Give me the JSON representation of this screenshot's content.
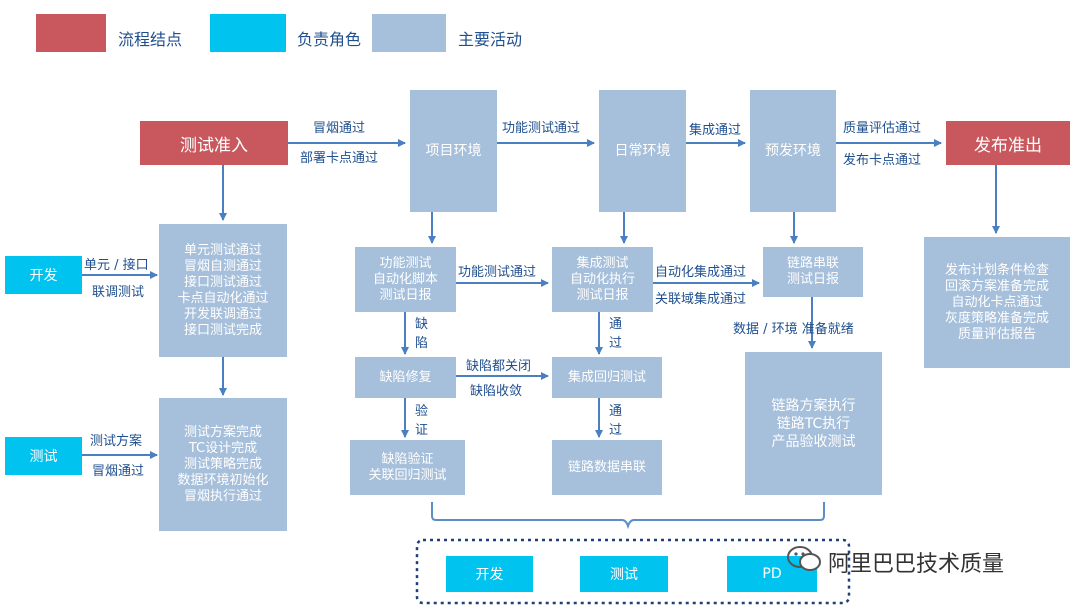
{
  "legend": [
    {
      "label": "流程结点",
      "color": "#c8585d"
    },
    {
      "label": "负责角色",
      "color": "#00c3f0"
    },
    {
      "label": "主要活动",
      "color": "#a6bfdb"
    }
  ],
  "nodes": {
    "entry": "测试准入",
    "release": "发布准出"
  },
  "environments": {
    "project": "项目环境",
    "daily": "日常环境",
    "staging": "预发环境"
  },
  "roles": {
    "dev": "开发",
    "test": "测试"
  },
  "activities": {
    "dev_checks": "单元测试通过\n冒烟自测通过\n接口测试通过\n卡点自动化通过\n开发联调通过\n接口测试完成",
    "test_checks": "测试方案完成\nTC设计完成\n测试策略完成\n数据环境初始化\n冒烟执行通过",
    "func_report": "功能测试\n自动化脚本\n测试日报",
    "integ_report": "集成测试\n自动化执行\n测试日报",
    "chain_report": "链路串联\n测试日报",
    "defect_fix": "缺陷修复",
    "integ_regress": "集成回归测试",
    "defect_verify": "缺陷验证\n关联回归测试",
    "chain_data": "链路数据串联",
    "chain_exec": "链路方案执行\n链路TC执行\n产品验收测试",
    "release_checks": "发布计划条件检查\n回滚方案准备完成\n自动化卡点通过\n灰度策略准备完成\n质量评估报告"
  },
  "edge_labels": {
    "smoke_pass": "冒烟通过",
    "deploy_pass": "部署卡点通过",
    "func_test_pass": "功能测试通过",
    "integ_pass": "集成通过",
    "quality_pass": "质量评估通过",
    "release_gate_pass": "发布卡点通过",
    "dev_unit_api": "单元 / 接口",
    "dev_joint": "联调测试",
    "test_plan": "测试方案",
    "test_smoke": "冒烟通过",
    "func_test_pass2": "功能测试通过",
    "auto_integ_pass": "自动化集成通过",
    "domain_integ_pass": "关联域集成通过",
    "data_env_ready": "数据 / 环境  准备就绪",
    "defects_closed": "缺陷都关闭",
    "defects_converge": "缺陷收敛",
    "v_defect": "缺\n陷",
    "v_pass1": "通\n过",
    "v_verify": "验\n证",
    "v_pass2": "通\n过"
  },
  "team": [
    "开发",
    "测试",
    "PD"
  ],
  "watermark": "阿里巴巴技术质量"
}
